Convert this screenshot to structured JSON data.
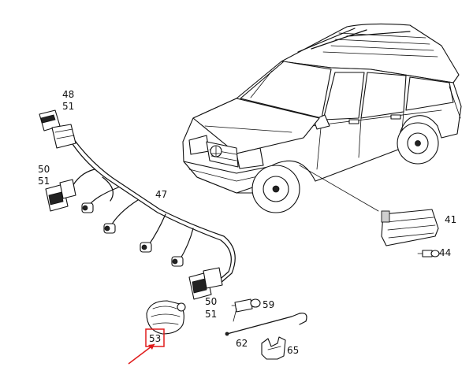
{
  "diagram": {
    "labels": {
      "p48": "48",
      "p51a": "51",
      "p50a": "50",
      "p51b": "51",
      "p47": "47",
      "p41": "41",
      "p44": "44",
      "p50b": "50",
      "p51c": "51",
      "p59": "59",
      "p53": "53",
      "p62": "62",
      "p65": "65"
    },
    "highlight_color": "#e01b1b"
  }
}
